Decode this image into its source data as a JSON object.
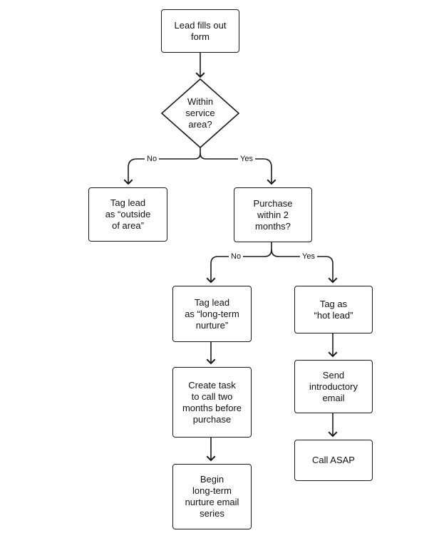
{
  "nodes": {
    "lead_form": "Lead fills out\nform",
    "service_area": "Within\nservice\narea?",
    "outside_area": "Tag lead\nas “outside\nof area”",
    "purchase_2mo": "Purchase\nwithin 2\nmonths?",
    "long_term": "Tag lead\nas “long-term\nnurture”",
    "hot_lead": "Tag as\n“hot lead”",
    "create_task": "Create task\nto call two\nmonths before\npurchase",
    "send_email": "Send\nintroductory\nemail",
    "begin_series": "Begin\nlong-term\nnurture email\nseries",
    "call_asap": "Call ASAP"
  },
  "edges": {
    "no": "No",
    "yes": "Yes"
  }
}
